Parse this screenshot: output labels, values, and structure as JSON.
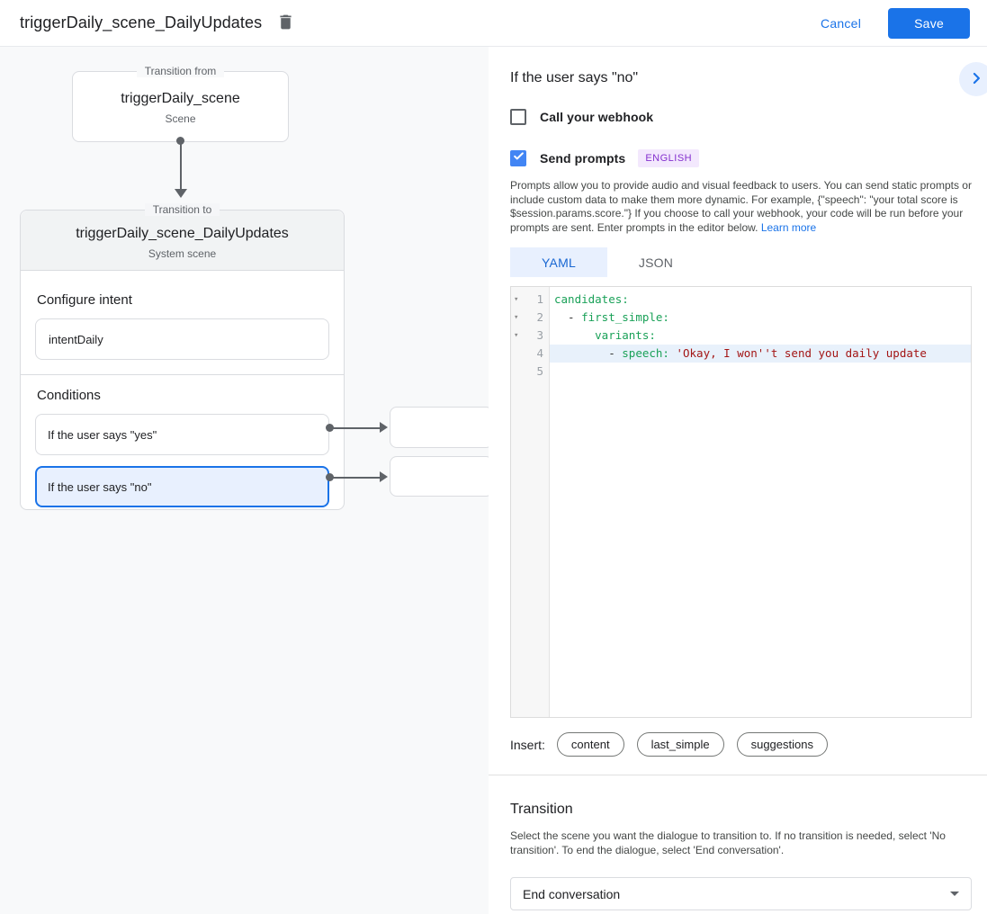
{
  "colors": {
    "accent": "#1a73e8",
    "accent-bg": "#e8f0fe",
    "checkbox-blue": "#4285f4",
    "badge-text": "#8430ce",
    "badge-bg": "#f3e8fd",
    "code-key": "#1aa158",
    "code-string": "#a31515",
    "code-hl": "#e8f1fb",
    "text": "#202124",
    "text2": "#5f6368",
    "border": "#dadce0",
    "page-bg": "#f8f9fa",
    "header-gray": "#f1f3f4",
    "arrow": "#5f6368"
  },
  "header": {
    "title": "triggerDaily_scene_DailyUpdates",
    "cancel_label": "Cancel",
    "save_label": "Save"
  },
  "diagram": {
    "from": {
      "legend": "Transition from",
      "title": "triggerDaily_scene",
      "subtitle": "Scene"
    },
    "to": {
      "legend": "Transition to",
      "title": "triggerDaily_scene_DailyUpdates",
      "subtitle": "System scene"
    },
    "intent": {
      "label": "Configure intent",
      "value": "intentDaily"
    },
    "conditions": {
      "label": "Conditions",
      "items": [
        {
          "label": "If the user says \"yes\"",
          "selected": false
        },
        {
          "label": "If the user says \"no\"",
          "selected": true
        }
      ]
    }
  },
  "panel": {
    "title": "If the user says \"no\"",
    "webhook": {
      "label": "Call your webhook",
      "checked": false
    },
    "prompts": {
      "label": "Send prompts",
      "checked": true,
      "badge": "ENGLISH",
      "description": "Prompts allow you to provide audio and visual feedback to users. You can send static prompts or include custom data to make them more dynamic. For example, {\"speech\": \"your total score is $session.params.score.\"} If you choose to call your webhook, your code will be run before your prompts are sent. Enter prompts in the editor below. ",
      "learn_more": "Learn more"
    },
    "tabs": [
      {
        "label": "YAML",
        "active": true
      },
      {
        "label": "JSON",
        "active": false
      }
    ],
    "editor": {
      "lines": [
        {
          "num": "1",
          "fold": true,
          "hl": false,
          "tokens": [
            {
              "c": "key",
              "t": "candidates:"
            }
          ]
        },
        {
          "num": "2",
          "fold": true,
          "hl": false,
          "tokens": [
            {
              "c": "plain",
              "t": "  - "
            },
            {
              "c": "key",
              "t": "first_simple:"
            }
          ]
        },
        {
          "num": "3",
          "fold": true,
          "hl": false,
          "tokens": [
            {
              "c": "plain",
              "t": "      "
            },
            {
              "c": "key",
              "t": "variants:"
            }
          ]
        },
        {
          "num": "4",
          "fold": false,
          "hl": true,
          "tokens": [
            {
              "c": "plain",
              "t": "        - "
            },
            {
              "c": "key",
              "t": "speech:"
            },
            {
              "c": "plain",
              "t": " "
            },
            {
              "c": "string",
              "t": "'Okay, I won''t send you daily update"
            }
          ]
        },
        {
          "num": "5",
          "fold": false,
          "hl": false,
          "tokens": []
        }
      ]
    },
    "insert": {
      "label": "Insert:",
      "chips": [
        "content",
        "last_simple",
        "suggestions"
      ]
    },
    "transition": {
      "title": "Transition",
      "description": "Select the scene you want the dialogue to transition to. If no transition is needed, select 'No transition'. To end the dialogue, select 'End conversation'.",
      "value": "End conversation"
    }
  }
}
